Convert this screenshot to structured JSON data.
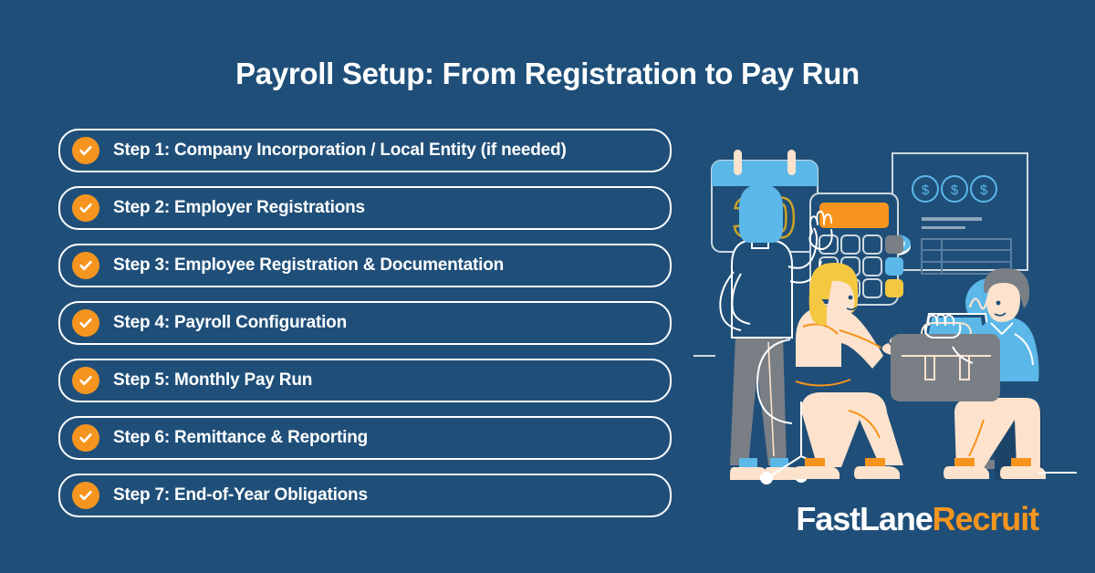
{
  "page": {
    "background_color": "#1f4f79",
    "title": "Payroll Setup: From Registration to Pay Run"
  },
  "steps": {
    "badge_color": "#f5951f",
    "badge_icon": "check-circle-icon",
    "items": [
      {
        "label": "Step 1: Company Incorporation / Local Entity (if needed)"
      },
      {
        "label": "Step 2: Employer Registrations"
      },
      {
        "label": "Step 3: Employee Registration & Documentation"
      },
      {
        "label": "Step 4: Payroll Configuration"
      },
      {
        "label": "Step 5: Monthly Pay Run"
      },
      {
        "label": "Step 6: Remittance & Reporting"
      },
      {
        "label": "Step 7: End-of-Year Obligations"
      }
    ]
  },
  "illustration": {
    "name": "payroll-team-illustration",
    "calendar": {
      "day_number": "30",
      "header_color": "#5bb8e8",
      "number_color": "#c9a227"
    },
    "calculator": {
      "display_color": "#f7941d",
      "key_colors": [
        "#7a7f86",
        "#5bb8e8",
        "#f5c842"
      ]
    },
    "document_panel": {
      "coin_symbol": "$",
      "coin_count": 3
    },
    "colors": {
      "skin": "#fde3cd",
      "hair_blonde": "#f5c842",
      "hair_grey": "#7a7f86",
      "jacket_light_blue": "#5bb8e8",
      "trousers_grey": "#7a7f86",
      "outline": "#ffffff",
      "accent_orange": "#f7941d",
      "briefcase": "#7a7f86"
    }
  },
  "logo": {
    "primary_text": "FastLane",
    "accent_text": "Recruit",
    "accent_color": "#f5951f"
  }
}
